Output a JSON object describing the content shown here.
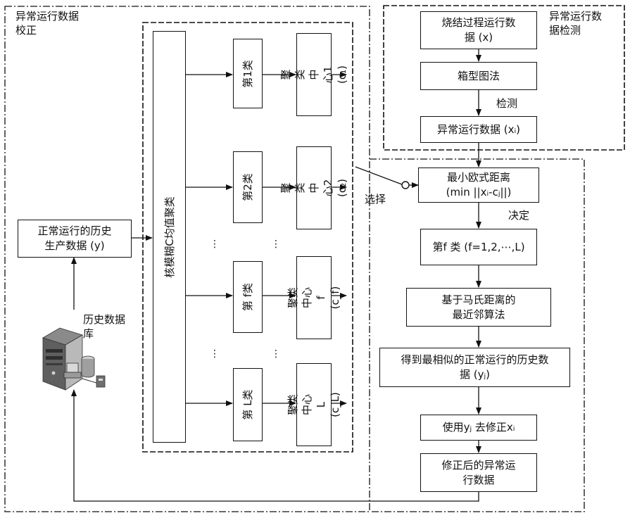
{
  "regions": {
    "correction": "异常运行数据\n校正",
    "detection": "异常运行数\n据检测"
  },
  "detection": {
    "sinter_data": "烧结过程运行数\n据 (x)",
    "boxplot": "箱型图法",
    "detect_label": "检测",
    "abnormal_data": "异常运行数据 (xᵢ)"
  },
  "clustering": {
    "method": "核模糊C均值聚类",
    "clusters": [
      {
        "class": "第1类",
        "center": "聚类中心1\n(c₁)"
      },
      {
        "class": "第2类",
        "center": "聚类中心2\n(c₂)"
      },
      {
        "class": "第 f类",
        "center": "聚类中心 f\n(c_f)"
      },
      {
        "class": "第 L类",
        "center": "聚类中心L\n(c_L)"
      }
    ],
    "ellipsis": "⋮"
  },
  "history": {
    "normal_data": "正常运行的历史\n生产数据 (y)",
    "database_label": "历史数据\n库"
  },
  "decision": {
    "select_label": "选择",
    "min_distance": "最小欧式距离\n(min ||xᵢ-cⱼ||)",
    "decide_label": "决定",
    "class_f": "第f 类 (f=1,2,⋯,L)",
    "knn": "基于马氏距离的\n最近邻算法",
    "most_similar": "得到最相似的正常运行的历史数\n据 (yⱼ)",
    "use_correct": "使用yⱼ 去修正xᵢ",
    "corrected": "修正后的异常运\n行数据"
  }
}
